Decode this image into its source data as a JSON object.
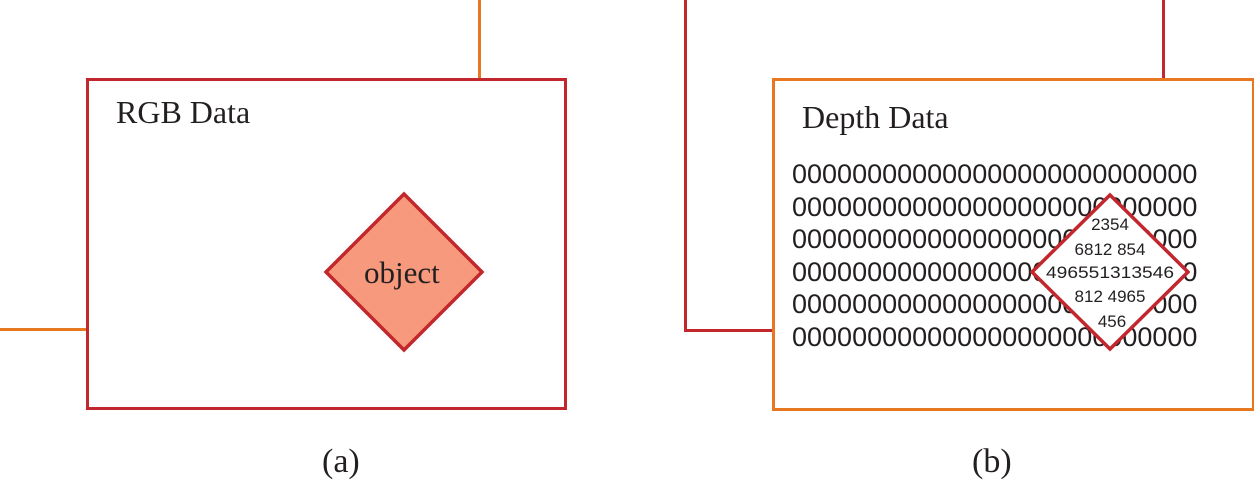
{
  "colors": {
    "orange": "#e87722",
    "red": "#c1272d",
    "object_fill": "#f7997c",
    "text": "#231f20"
  },
  "panel_a": {
    "title": "RGB Data",
    "object_label": "object",
    "caption": "(a)"
  },
  "panel_b": {
    "title": "Depth Data",
    "rows": [
      "000000000000000000000000000",
      "000000000000000000000000000",
      "000000000000000000000000000",
      "000000000000000000000000000",
      "000000000000000000000000000",
      "000000000000000000000000000"
    ],
    "object_values": [
      "2354",
      "6812 854",
      "496551313546",
      "812 4965",
      "456"
    ],
    "caption": "(b)"
  }
}
